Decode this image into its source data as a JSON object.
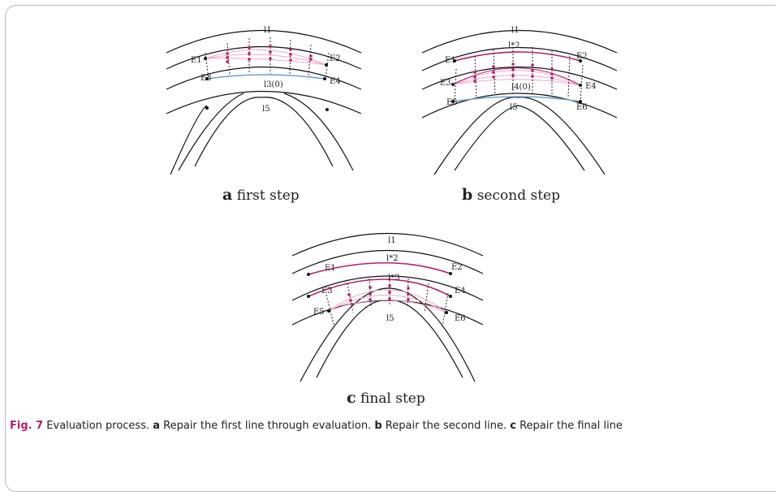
{
  "panels": {
    "a": {
      "letter": "a",
      "title": "first step",
      "labels": {
        "l1": "l1",
        "l3": "l3(0)",
        "l5": "l5",
        "e1": "E1",
        "e2": "E2",
        "e3": "E3",
        "e4": "E4"
      }
    },
    "b": {
      "letter": "b",
      "title": "second step",
      "labels": {
        "l1": "l1",
        "l2": "l*2",
        "l4": "l4(0)",
        "l5": "l5",
        "e1": "E1",
        "e2": "E2",
        "e3": "E3",
        "e4": "E4",
        "e5": "E5",
        "e6": "E6"
      }
    },
    "c": {
      "letter": "c",
      "title": "final step",
      "labels": {
        "l1": "l1",
        "l2": "l*2",
        "l3": "l*3",
        "l5": "l5",
        "e1": "E1",
        "e2": "E2",
        "e3": "E3",
        "e4": "E4",
        "e5": "E5",
        "e6": "E6"
      }
    }
  },
  "caption": {
    "fig": "Fig. 7",
    "text1": " Evaluation process. ",
    "a": "a",
    "text2": " Repair the first line through evaluation. ",
    "b": "b",
    "text3": " Repair the second line. ",
    "c": "c",
    "text4": " Repair the final line"
  },
  "colors": {
    "magenta": "#b51e6b",
    "pink": "#f2a6c8",
    "blue": "#6a9fd2",
    "line": "#111111"
  }
}
